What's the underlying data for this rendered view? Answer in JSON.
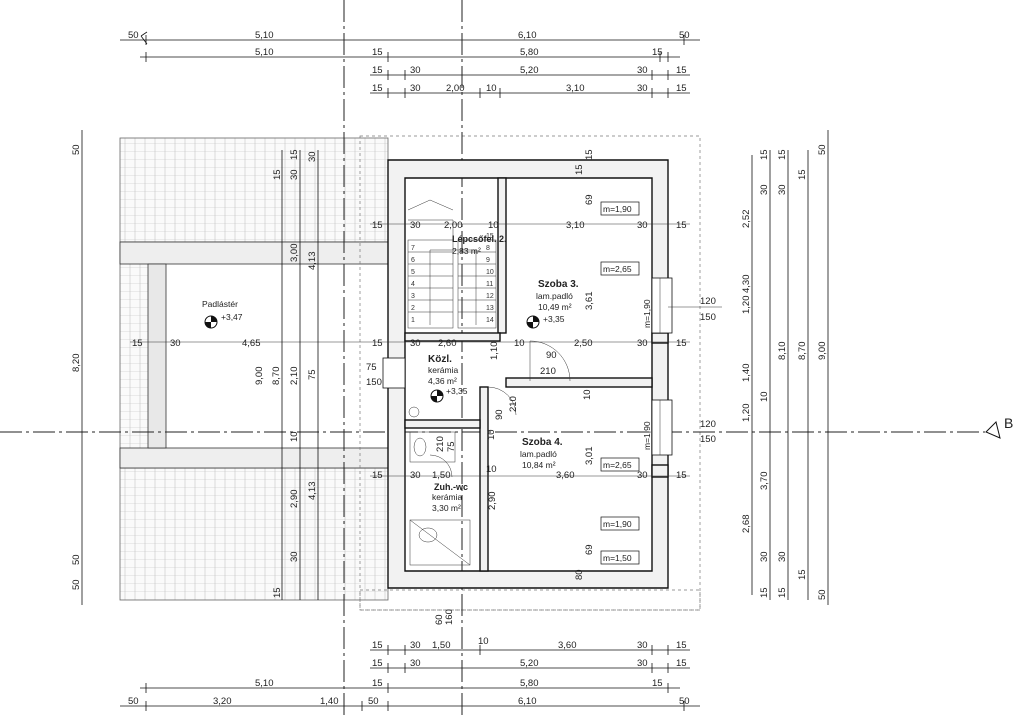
{
  "dims_top": {
    "r1": [
      "50",
      "5,10",
      "6,10",
      "50"
    ],
    "r2": [
      "5,10",
      "15",
      "5,80",
      "15"
    ],
    "r3": [
      "15",
      "30",
      "5,20",
      "30",
      "15"
    ],
    "r4": [
      "15",
      "30",
      "2,00",
      "10",
      "3,10",
      "30",
      "15"
    ]
  },
  "dims_bottom": {
    "r1": [
      "15",
      "30",
      "1,50",
      "10",
      "3,60",
      "30",
      "15"
    ],
    "r2": [
      "15",
      "30",
      "5,20",
      "30",
      "15"
    ],
    "r3": [
      "5,10",
      "15",
      "5,80",
      "15"
    ],
    "r4": [
      "50",
      "3,20",
      "1,40",
      "50",
      "6,10",
      "50"
    ]
  },
  "dims_right": {
    "c1": [
      "2,52",
      "4,30",
      "1,20",
      "1,40",
      "1,20",
      "3,70",
      "2,68"
    ],
    "c2": [
      "15",
      "30",
      "30",
      "15",
      "10",
      "30",
      "15"
    ],
    "c3": [
      "15",
      "15",
      "8,10",
      "30",
      "15"
    ],
    "c4": [
      "50",
      "8,70",
      "9,00",
      "50"
    ]
  },
  "dims_left": {
    "outer": [
      "50",
      "8,20",
      "50",
      "50"
    ],
    "inner": [
      "15",
      "30",
      "3,00",
      "4,13",
      "15",
      "30",
      "9,00",
      "8,70",
      "2,10",
      "75",
      "10",
      "2,90",
      "4,13",
      "30",
      "15"
    ]
  },
  "rooms": {
    "padlaster": {
      "name": "Padlástér",
      "level": "+3,47"
    },
    "lepcso": {
      "name": "Lépcsőfel. 2.",
      "area": "2,83 m²"
    },
    "szoba3": {
      "name": "Szoba 3.",
      "floor": "lam.padló",
      "area": "10,49 m²",
      "level": "+3,35"
    },
    "kozl": {
      "name": "Közl.",
      "floor": "kerámia",
      "area": "4,36 m²",
      "level": "+3,35"
    },
    "szoba4": {
      "name": "Szoba 4.",
      "floor": "lam.padló",
      "area": "10,84 m²"
    },
    "zuh": {
      "name": "Zuh.-wc",
      "floor": "kerámia",
      "area": "3,30 m²"
    }
  },
  "heights": {
    "h1": "m=1,90",
    "h2": "m=2,65",
    "h3": "m=2,65",
    "h4": "m=1,90",
    "h5": "m=1,50",
    "w1": "m=1,90",
    "w2": "m=1,90"
  },
  "interior": {
    "a": "15",
    "b": "30",
    "c": "2,00",
    "d": "10",
    "e": "3,10",
    "f": "30",
    "g": "15",
    "h": "15",
    "i": "30",
    "j": "2,60",
    "k": "10",
    "l": "2,50",
    "m": "30",
    "n": "15",
    "o": "15",
    "p": "30",
    "q": "1,50",
    "r": "10",
    "s": "3,60",
    "t": "30",
    "u": "15",
    "v": "75",
    "w": "150",
    "x": "90",
    "y": "210",
    "z": "1,10",
    "aa": "3,61",
    "ab": "3,01",
    "ac": "2,90",
    "ad": "69",
    "ae": "69",
    "af": "80",
    "ag": "15",
    "ah": "15",
    "ai": "210",
    "aj": "90",
    "ak": "10",
    "al": "75",
    "am": "210",
    "an": "60",
    "ao": "160",
    "ap": "10",
    "stairs": [
      "7",
      "8",
      "9",
      "10",
      "11",
      "12",
      "13",
      "14",
      "15",
      "6",
      "5",
      "4",
      "3",
      "2",
      "1"
    ]
  },
  "window_right": {
    "top": "120",
    "bottom": "150",
    "top2": "120",
    "bottom2": "150"
  },
  "section_mark": "B"
}
